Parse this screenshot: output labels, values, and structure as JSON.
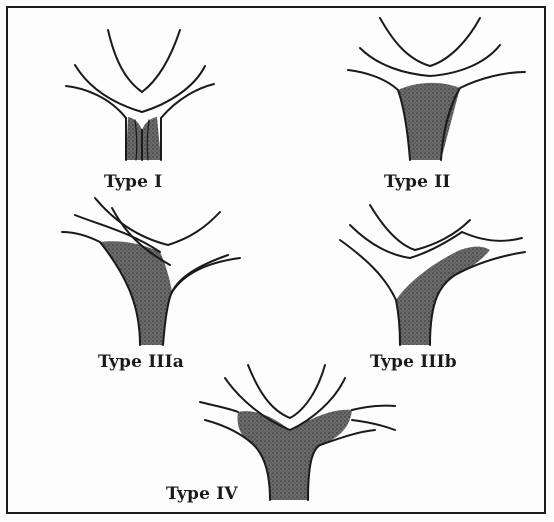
{
  "figure": {
    "panels": [
      {
        "label": "Type I"
      },
      {
        "label": "Type II"
      },
      {
        "label": "Type IIIa"
      },
      {
        "label": "Type IIIb"
      },
      {
        "label": "Type IV"
      }
    ],
    "colors": {
      "duct_outline": "#1a1a1a",
      "tumor_fill": "#5a5a5a",
      "background": "#fdfdfd"
    }
  }
}
